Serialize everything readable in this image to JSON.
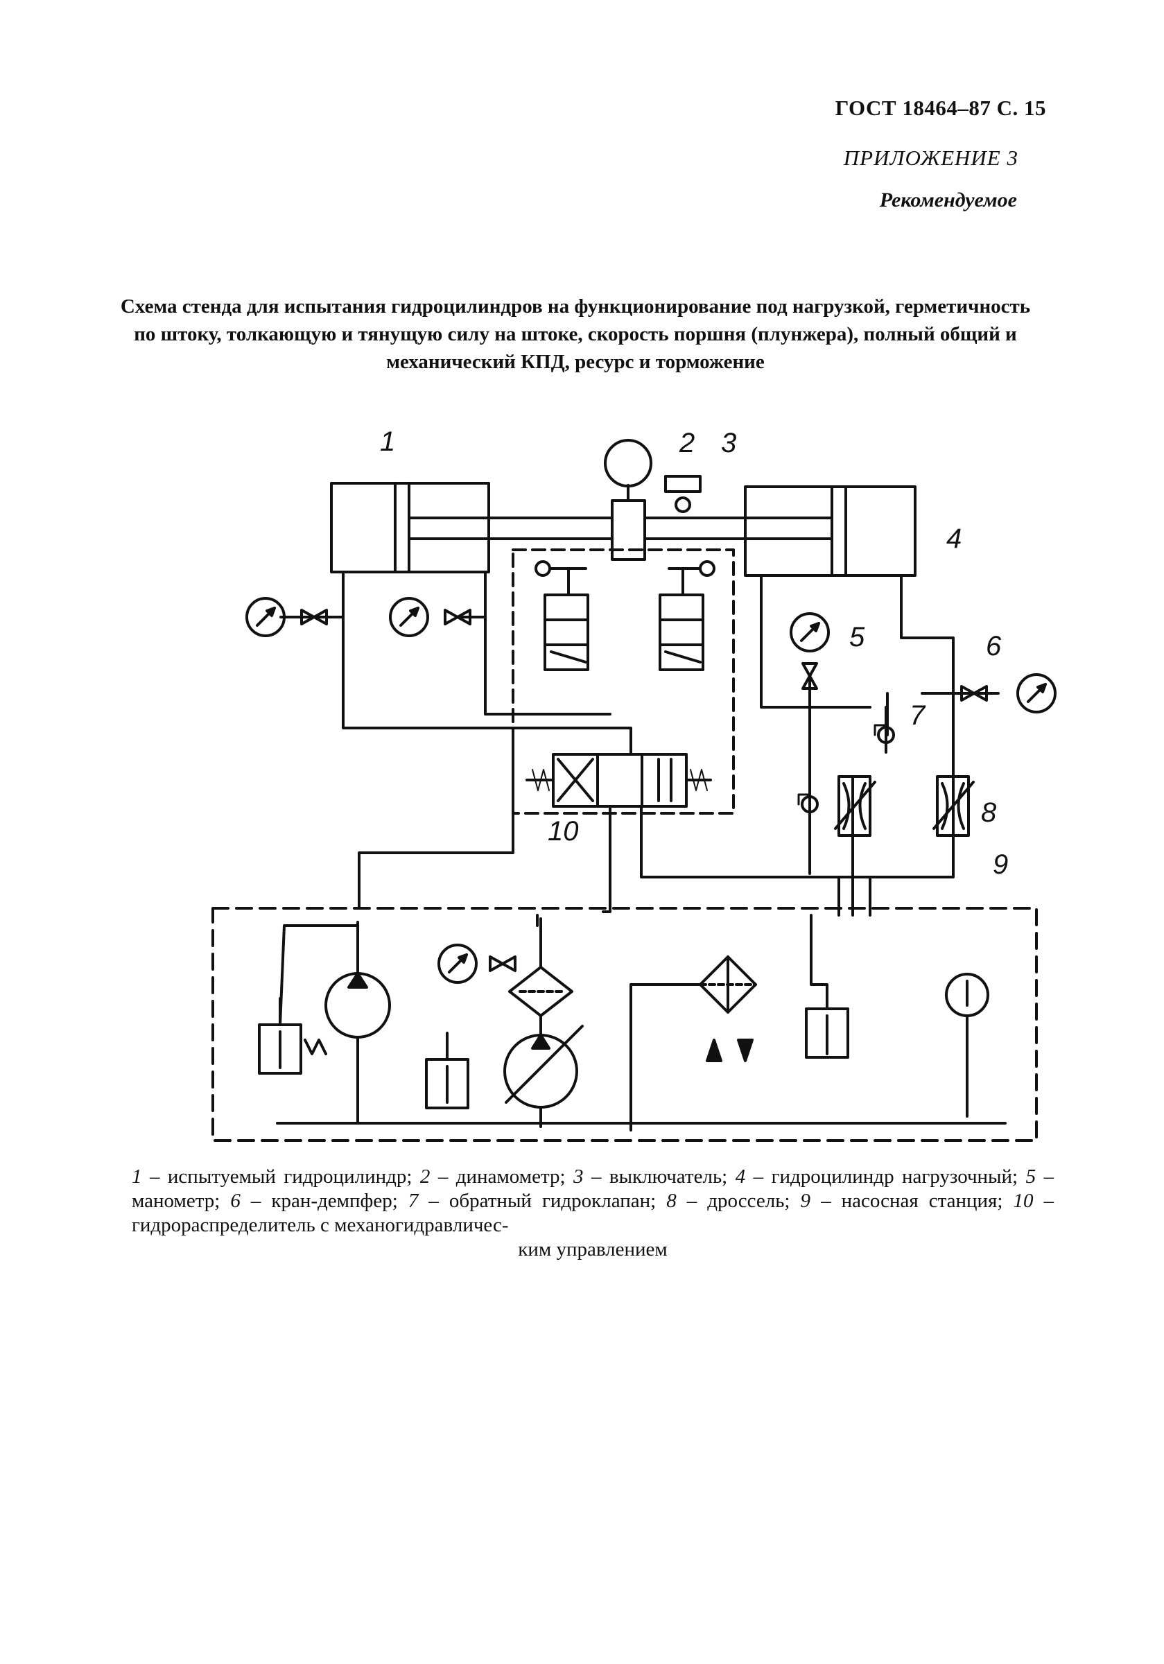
{
  "header": {
    "standard": "ГОСТ 18464–87 С. 15",
    "appendix": "ПРИЛОЖЕНИЕ 3",
    "status": "Рекомендуемое"
  },
  "title": "Схема стенда для испытания гидроцилиндров на функционирование под нагрузкой, герметичность по штоку, толкающую и тянущую силу на штоке, скорость поршня (плунжера), полный общий и механический КПД, ресурс и торможение",
  "diagram": {
    "labels": [
      "1",
      "2",
      "3",
      "4",
      "5",
      "6",
      "7",
      "8",
      "9",
      "10"
    ],
    "icons": [
      "pressure-gauge-icon",
      "valve-icon",
      "check-valve-icon",
      "throttle-icon",
      "pump-icon",
      "filter-icon",
      "heat-exchanger-icon",
      "relief-valve-icon",
      "thermometer-icon",
      "distributor-icon"
    ]
  },
  "caption": {
    "items": [
      {
        "num": "1",
        "text": " – испытуемый гидроцилиндр; "
      },
      {
        "num": "2",
        "text": " – динамометр; "
      },
      {
        "num": "3",
        "text": " – выключатель; "
      },
      {
        "num": "4",
        "text": " – гидроцилиндр нагрузочный; "
      },
      {
        "num": "5",
        "text": " – манометр; "
      },
      {
        "num": "6",
        "text": " – кран-демпфер; "
      },
      {
        "num": "7",
        "text": " – обратный гидроклапан; "
      },
      {
        "num": "8",
        "text": " – дроссель; "
      },
      {
        "num": "9",
        "text": " – насосная станция; "
      },
      {
        "num": "10",
        "text": " – гидрораспределитель с механогидравличес-"
      }
    ],
    "last_line": "ким управлением"
  }
}
